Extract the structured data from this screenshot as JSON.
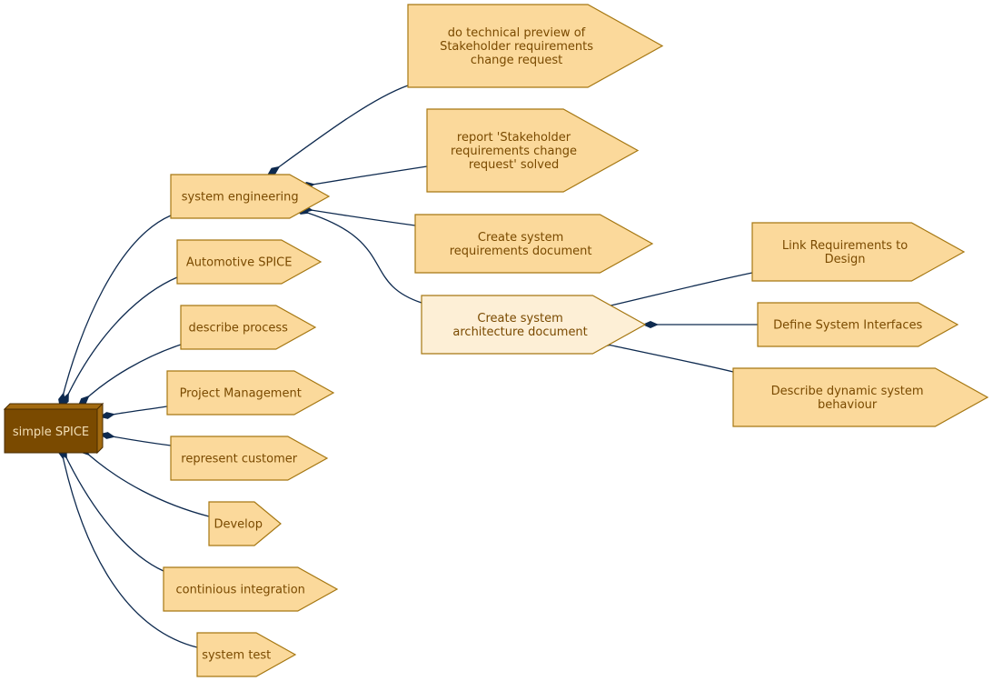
{
  "colors": {
    "node_fill": "#fbd99b",
    "node_stroke": "#a67813",
    "highlight_fill": "#fdefd6",
    "root_fill": "#7a4a00",
    "root_side": "#a26a10",
    "root_text": "#f3dfb6",
    "node_text": "#7a4a00",
    "edge": "#0e2a4f"
  },
  "root": {
    "id": "simple-spice",
    "label": "simple SPICE"
  },
  "nodes": [
    {
      "id": "system-engineering",
      "lines": [
        "system engineering"
      ]
    },
    {
      "id": "automotive-spice",
      "lines": [
        "Automotive SPICE"
      ]
    },
    {
      "id": "describe-process",
      "lines": [
        "describe process"
      ]
    },
    {
      "id": "project-management",
      "lines": [
        "Project Management"
      ]
    },
    {
      "id": "represent-customer",
      "lines": [
        "represent customer"
      ]
    },
    {
      "id": "develop",
      "lines": [
        "Develop"
      ]
    },
    {
      "id": "continious-integration",
      "lines": [
        "continious integration"
      ]
    },
    {
      "id": "system-test",
      "lines": [
        "system test"
      ]
    },
    {
      "id": "technical-preview",
      "lines": [
        "do technical preview of",
        "Stakeholder requirements",
        "change request"
      ]
    },
    {
      "id": "report-solved",
      "lines": [
        "report 'Stakeholder",
        "requirements change",
        "request' solved"
      ]
    },
    {
      "id": "create-requirements-doc",
      "lines": [
        "Create system",
        "requirements document"
      ]
    },
    {
      "id": "create-architecture-doc",
      "lines": [
        "Create system",
        "architecture document"
      ]
    },
    {
      "id": "link-requirements",
      "lines": [
        "Link Requirements to",
        "Design"
      ]
    },
    {
      "id": "define-interfaces",
      "lines": [
        "Define System Interfaces"
      ]
    },
    {
      "id": "dynamic-behaviour",
      "lines": [
        "Describe dynamic system",
        "behaviour"
      ]
    }
  ],
  "edges": [
    {
      "from": "simple-spice",
      "to": "system-engineering"
    },
    {
      "from": "simple-spice",
      "to": "automotive-spice"
    },
    {
      "from": "simple-spice",
      "to": "describe-process"
    },
    {
      "from": "simple-spice",
      "to": "project-management"
    },
    {
      "from": "simple-spice",
      "to": "represent-customer"
    },
    {
      "from": "simple-spice",
      "to": "develop"
    },
    {
      "from": "simple-spice",
      "to": "continious-integration"
    },
    {
      "from": "simple-spice",
      "to": "system-test"
    },
    {
      "from": "system-engineering",
      "to": "technical-preview"
    },
    {
      "from": "system-engineering",
      "to": "report-solved"
    },
    {
      "from": "system-engineering",
      "to": "create-requirements-doc"
    },
    {
      "from": "system-engineering",
      "to": "create-architecture-doc"
    },
    {
      "from": "create-architecture-doc",
      "to": "link-requirements"
    },
    {
      "from": "create-architecture-doc",
      "to": "define-interfaces"
    },
    {
      "from": "create-architecture-doc",
      "to": "dynamic-behaviour"
    }
  ]
}
